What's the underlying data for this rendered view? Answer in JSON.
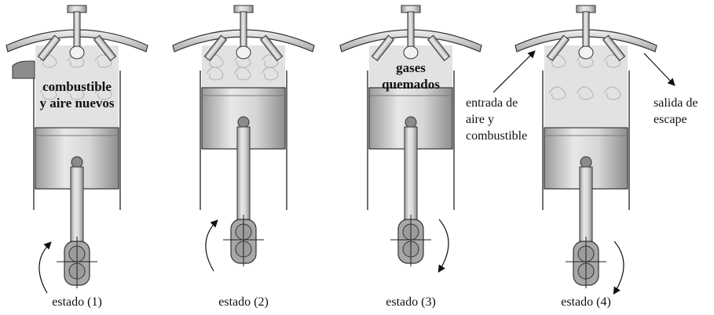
{
  "engines": [
    {
      "id": "1",
      "caption": "estado (1)",
      "chamber_label": [
        "combustible",
        "y aire nuevos"
      ],
      "piston_position": "low",
      "rotation": "counterclockwise",
      "chamber_content": "swirl"
    },
    {
      "id": "2",
      "caption": "estado (2)",
      "chamber_label": [],
      "piston_position": "high",
      "rotation": "counterclockwise",
      "chamber_content": "swirl"
    },
    {
      "id": "3",
      "caption": "estado (3)",
      "chamber_label": [
        "gases",
        "quemados"
      ],
      "piston_position": "high",
      "rotation": "clockwise",
      "chamber_content": "burned"
    },
    {
      "id": "4",
      "caption": "estado (4)",
      "chamber_label": [],
      "piston_position": "low",
      "rotation": "clockwise",
      "chamber_content": "swirl"
    }
  ],
  "annotations": {
    "intake": [
      "entrada de",
      "aire y",
      "combustible"
    ],
    "exhaust": [
      "salida de",
      "escape"
    ]
  },
  "colors": {
    "metal_light": "#e6e6e6",
    "metal_mid": "#bdbdbd",
    "metal_dark": "#8c8c8c",
    "outline": "#333333",
    "gas": "#d9d9d9"
  }
}
